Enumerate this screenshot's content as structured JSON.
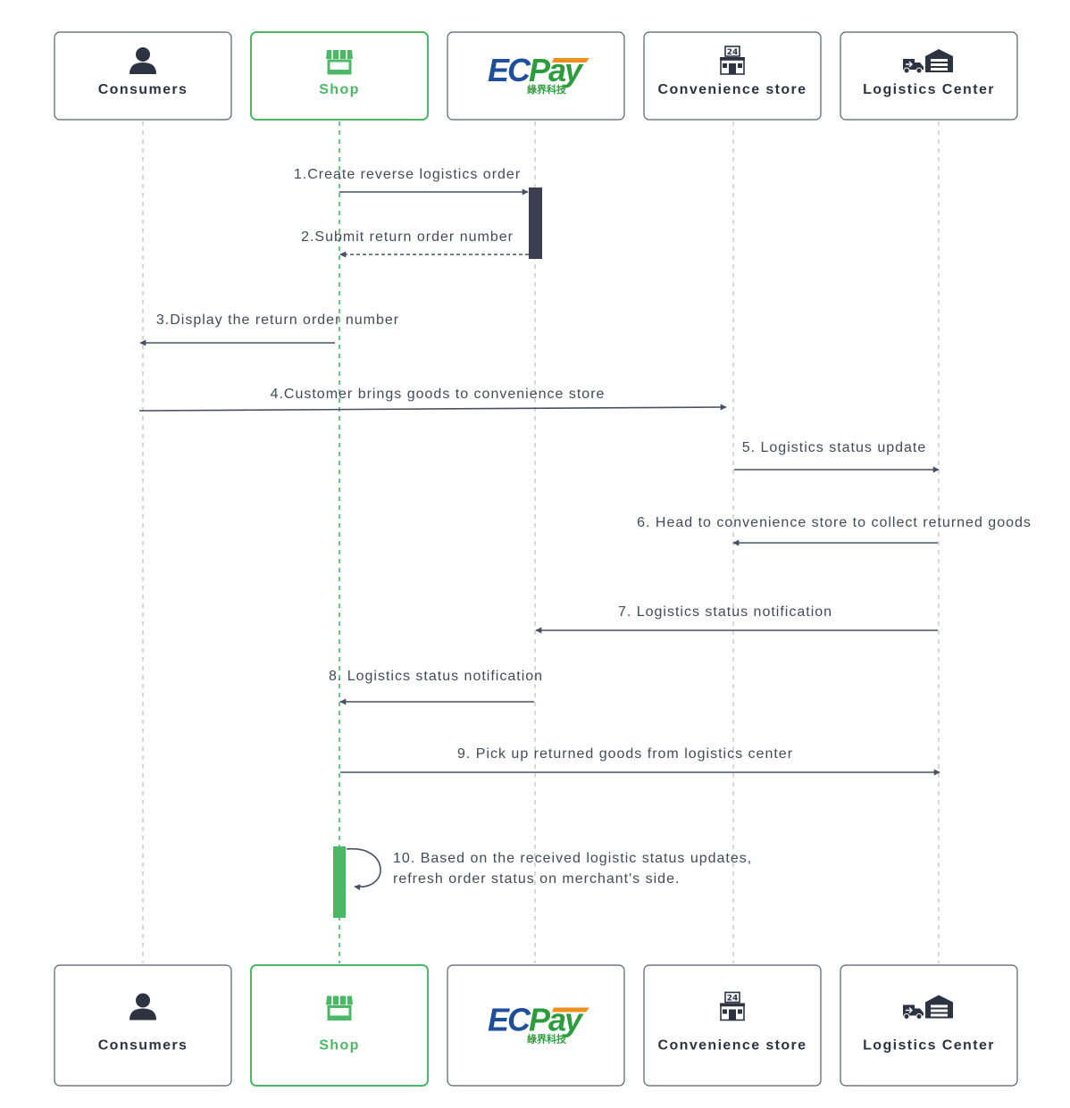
{
  "colors": {
    "box_border": "#595e6b",
    "shop_accent": "#4cb866",
    "arrow": "#4a5063",
    "lifeline": "#c8c8c8",
    "ecpay_activation": "#3b3f52",
    "ecpay_blue": "#1f4e9a",
    "ecpay_orange": "#f18f1c",
    "ecpay_green": "#2d9c3c",
    "icon_dark": "#2e3342"
  },
  "actors": [
    {
      "id": "consumers",
      "label": "Consumers",
      "icon": "person-icon"
    },
    {
      "id": "shop",
      "label": "Shop",
      "icon": "storefront-icon"
    },
    {
      "id": "ecpay",
      "label": "",
      "icon": "ecpay-logo",
      "logo_text": "ECPay",
      "logo_subtext": "綠界科技"
    },
    {
      "id": "convenience_store",
      "label": "Convenience store",
      "icon": "convenience-store-icon",
      "icon_badge": "24"
    },
    {
      "id": "logistics_center",
      "label": "Logistics Center",
      "icon": "truck-warehouse-icon"
    }
  ],
  "messages": [
    {
      "step": 1,
      "text": "1.Create reverse logistics order",
      "from": "shop",
      "to": "ecpay",
      "style": "solid"
    },
    {
      "step": 2,
      "text": "2.Submit return order number",
      "from": "ecpay",
      "to": "shop",
      "style": "dashed"
    },
    {
      "step": 3,
      "text": "3.Display the return order number",
      "from": "shop",
      "to": "consumers",
      "style": "solid"
    },
    {
      "step": 4,
      "text": "4.Customer brings goods to convenience store",
      "from": "consumers",
      "to": "convenience_store",
      "style": "solid"
    },
    {
      "step": 5,
      "text": "5. Logistics status update",
      "from": "convenience_store",
      "to": "logistics_center",
      "style": "solid"
    },
    {
      "step": 6,
      "text": "6. Head to convenience store to collect returned goods",
      "from": "logistics_center",
      "to": "convenience_store",
      "style": "solid"
    },
    {
      "step": 7,
      "text": "7. Logistics status notification",
      "from": "logistics_center",
      "to": "ecpay",
      "style": "solid"
    },
    {
      "step": 8,
      "text": "8. Logistics status notification",
      "from": "ecpay",
      "to": "shop",
      "style": "solid"
    },
    {
      "step": 9,
      "text": "9. Pick up returned goods from logistics center",
      "from": "shop",
      "to": "logistics_center",
      "style": "solid"
    },
    {
      "step": 10,
      "text_lines": [
        "10. Based on the received logistic status updates,",
        " refresh order status on merchant's side."
      ],
      "from": "shop",
      "to": "shop",
      "style": "self"
    }
  ]
}
